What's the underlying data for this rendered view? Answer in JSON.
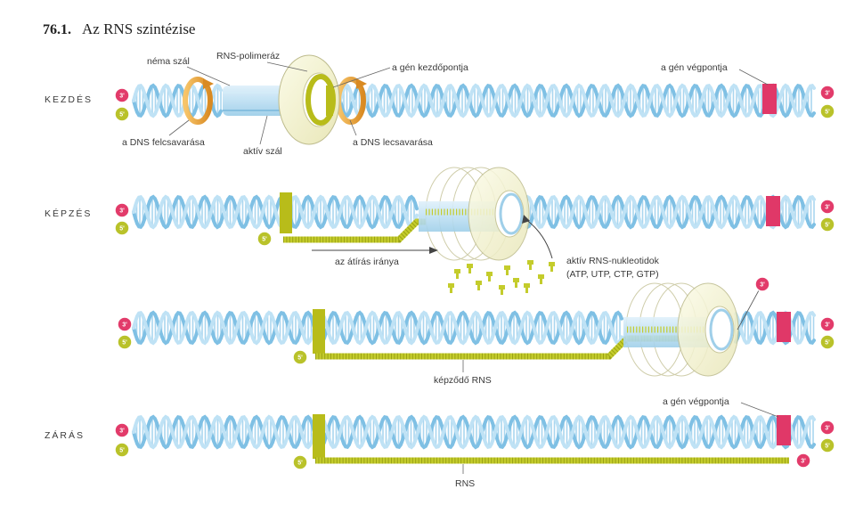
{
  "title": {
    "number": "76.1.",
    "text": "Az RNS szintézise"
  },
  "stages": {
    "kezdes": "KEZDÉS",
    "kepzes": "KÉPZÉS",
    "zaras": "ZÁRÁS"
  },
  "labels": {
    "nema_szal": "néma szál",
    "rns_polimeraz": "RNS-polimeráz",
    "gen_kezdopontja": "a gén kezdőpontja",
    "gen_vegpontja": "a gén végpontja",
    "dns_felcsavarasa": "a DNS felcsavarása",
    "aktiv_szal": "aktív szál",
    "dns_lecsavarasa": "a DNS lecsavarása",
    "atiras_iranya": "az átírás iránya",
    "aktiv_nukleotidok": "aktív RNS-nukleotidok",
    "nukleotid_lista": "(ATP, UTP, CTP, GTP)",
    "kepzodo_rns": "képződő RNS",
    "gen_vegpontja_zaras": "a gén végpontja",
    "rns": "RNS"
  },
  "end_markers": {
    "three": "3'",
    "five": "5'"
  },
  "colors": {
    "dna": "#8ec9e8",
    "dna_light": "#c9e6f5",
    "rna": "#c4cc2c",
    "start_marker": "#b8bc1a",
    "end_marker": "#e03868",
    "three_prime": "#e23b6a",
    "five_prime": "#b9c22a",
    "polymerase": "#f6f5d8",
    "unwind_arrow": "#f0a838"
  }
}
